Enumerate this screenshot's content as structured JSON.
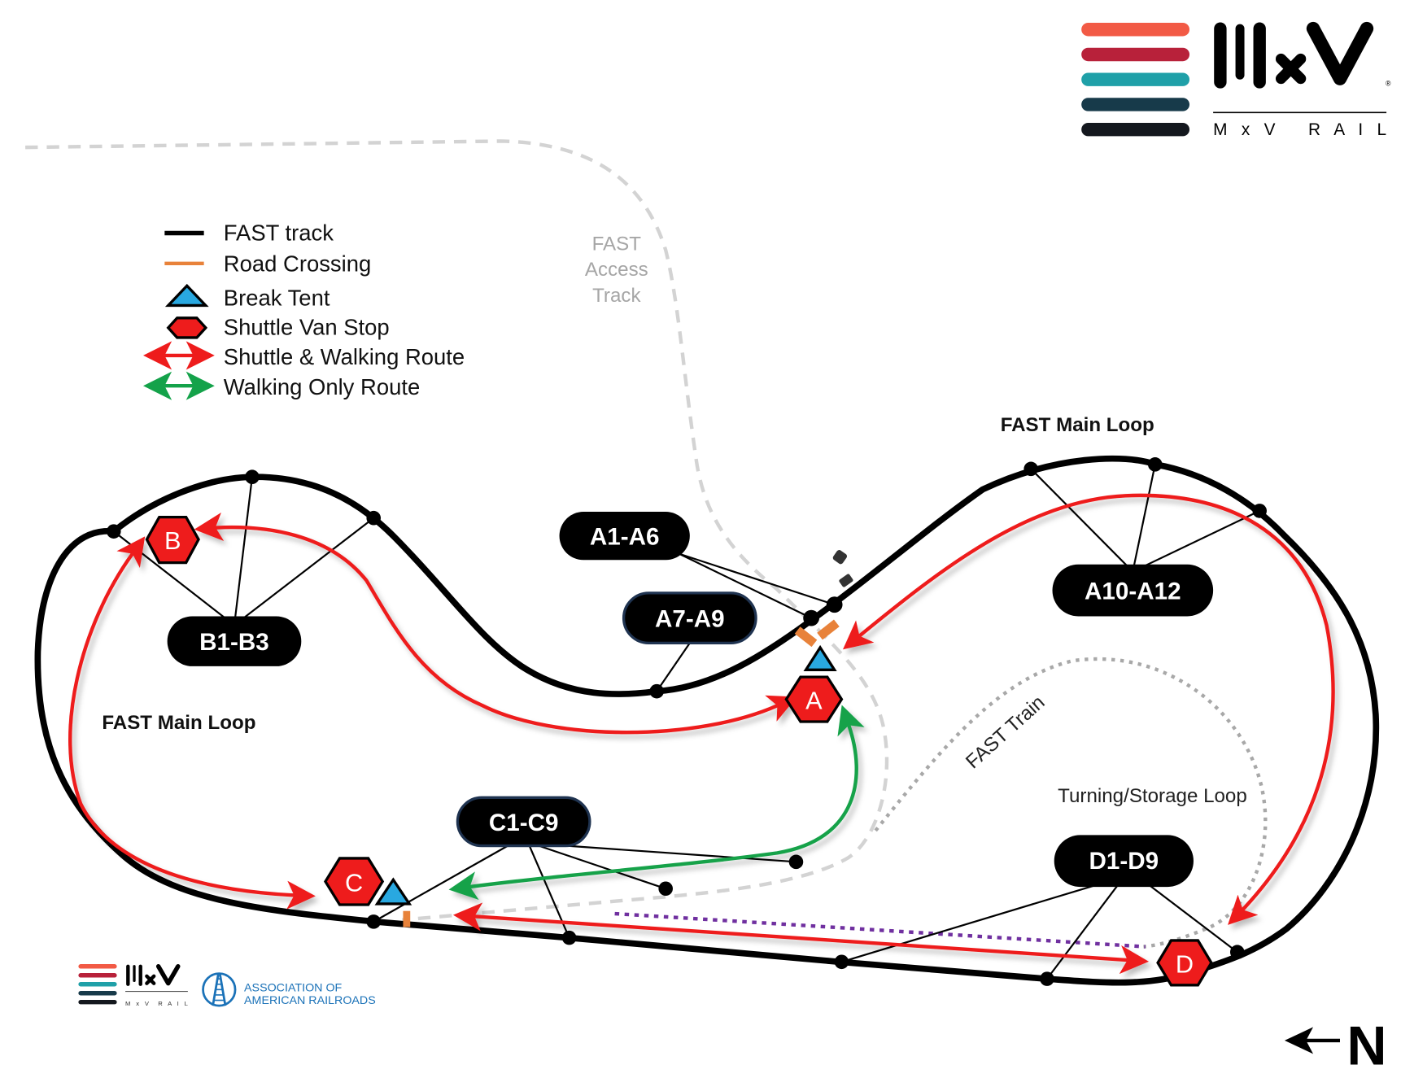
{
  "map": {
    "title": "FAST Track Site Map",
    "orientation_label": "N",
    "track_labels": {
      "main_loop_top": "FAST Main Loop",
      "main_loop_left": "FAST Main Loop",
      "access_track": [
        "FAST",
        "Access",
        "Track"
      ],
      "fast_train": "FAST Train",
      "turning_loop": "Turning/Storage Loop"
    },
    "zones": [
      {
        "id": "A1-A6",
        "label": "A1-A6"
      },
      {
        "id": "A7-A9",
        "label": "A7-A9"
      },
      {
        "id": "A10-A12",
        "label": "A10-A12"
      },
      {
        "id": "B1-B3",
        "label": "B1-B3"
      },
      {
        "id": "C1-C9",
        "label": "C1-C9"
      },
      {
        "id": "D1-D9",
        "label": "D1-D9"
      }
    ],
    "shuttle_stops": [
      {
        "id": "A",
        "label": "A"
      },
      {
        "id": "B",
        "label": "B"
      },
      {
        "id": "C",
        "label": "C"
      },
      {
        "id": "D",
        "label": "D"
      }
    ],
    "break_tents": [
      "A",
      "C"
    ]
  },
  "legend": {
    "items": [
      {
        "label": "FAST track",
        "symbol": "black-line",
        "color": "#000000"
      },
      {
        "label": "Road Crossing",
        "symbol": "orange-line",
        "color": "#e8823a"
      },
      {
        "label": "Break Tent",
        "symbol": "blue-triangle",
        "color": "#29a8e0"
      },
      {
        "label": "Shuttle Van Stop",
        "symbol": "red-hexagon",
        "color": "#ee1c1c"
      },
      {
        "label": "Shuttle & Walking Route",
        "symbol": "red-double-arrow",
        "color": "#ee1c1c"
      },
      {
        "label": "Walking Only Route",
        "symbol": "green-double-arrow",
        "color": "#14a24a"
      }
    ]
  },
  "logos": {
    "mxv_main": {
      "wordmark": "MxV",
      "subtitle": "M x V   R A I L",
      "registered": "®"
    },
    "mxv_small": {
      "wordmark": "MxV",
      "subtitle": "M x V  R A I L"
    },
    "aar": {
      "line1": "ASSOCIATION OF",
      "line2": "AMERICAN RAILROADS"
    },
    "stripe_colors": [
      "#f25a45",
      "#b8213a",
      "#1fa0a8",
      "#173a4a",
      "#14181e"
    ]
  },
  "colors": {
    "track": "#000000",
    "shuttle_route": "#ee1c1c",
    "walking_route": "#14a24a",
    "road_crossing": "#e8823a",
    "access_track": "#d3d3d3",
    "turning_loop": "#a0a0a0",
    "purple_dotted": "#7030a0",
    "badge_border": "#1f3350"
  }
}
